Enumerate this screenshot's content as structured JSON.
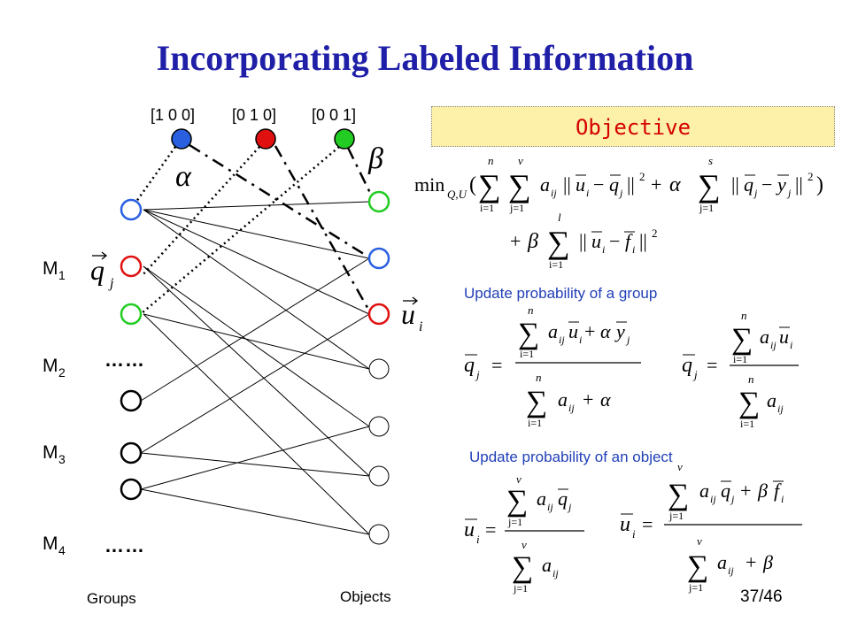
{
  "title": "Incorporating Labeled Information",
  "labels": {
    "vec1": "[1 0 0]",
    "vec2": "[0 1 0]",
    "vec3": "[0 0 1]",
    "groups": "Groups",
    "objects": "Objects",
    "m_prefix": "M",
    "m1": "1",
    "m2": "2",
    "m3": "3",
    "m4": "4",
    "ellipsis": "……"
  },
  "objective": "Objective",
  "captions": {
    "group_update": "Update probability of a group",
    "object_update": "Update probability of an object"
  },
  "page_number": "37/46",
  "colors": {
    "title": "#1f1fa8",
    "blue": "#2a5fe0",
    "red": "#e01010",
    "green": "#22cc22",
    "caption": "#2240b8",
    "objective_bg": "#fdf0a8",
    "objective_text": "#d40000"
  }
}
